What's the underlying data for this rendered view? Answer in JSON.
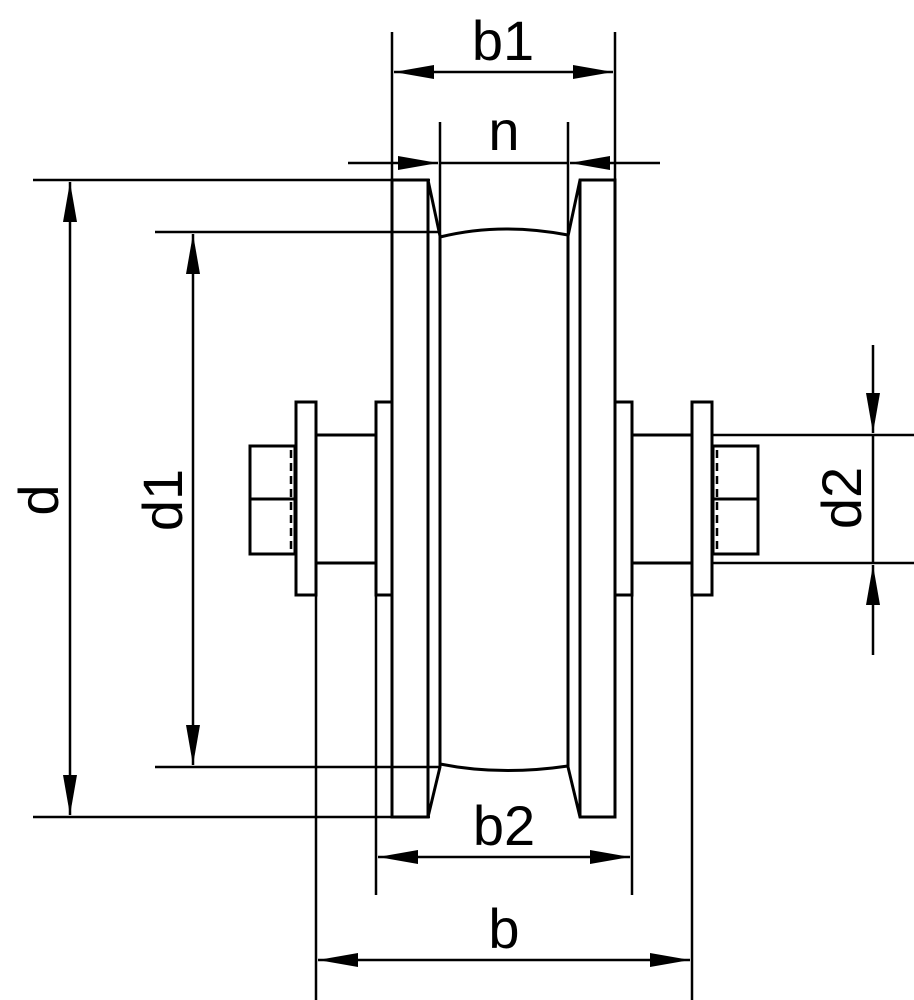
{
  "drawing": {
    "title": "Grooved wheel with axle dimension drawing",
    "labels": {
      "b1": "b1",
      "n": "n",
      "d": "d",
      "d1": "d1",
      "d2": "d2",
      "b2": "b2",
      "b": "b"
    },
    "line_color": "#000000",
    "background": "#ffffff"
  }
}
